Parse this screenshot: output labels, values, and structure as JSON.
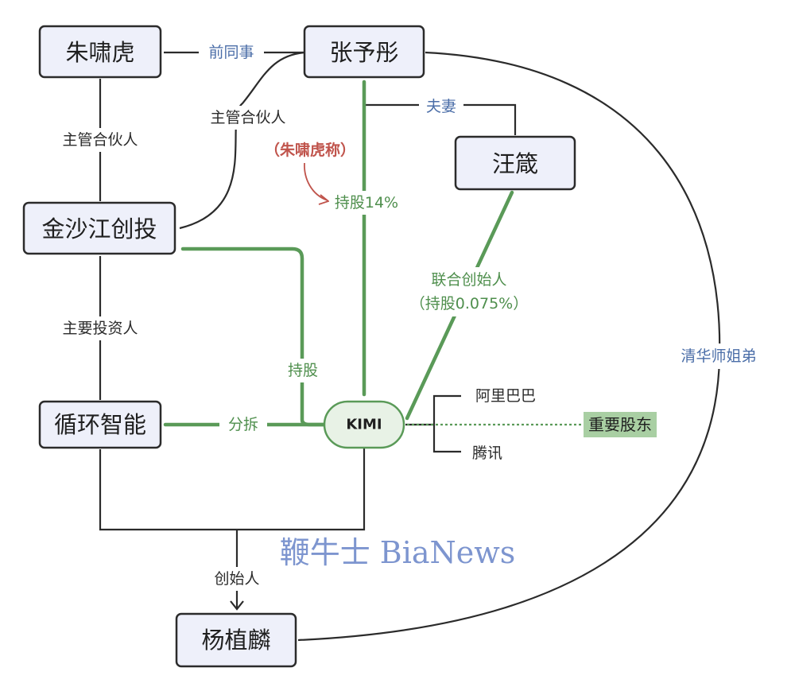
{
  "nodes": {
    "zhu_xiaohu": "朱啸虎",
    "zhang_yutong": "张予彤",
    "wang_zhen": "汪箴",
    "jinshajiang": "金沙江创投",
    "xunhuan": "循环智能",
    "kimi": "KIMI",
    "yang_zhilin": "杨植麟"
  },
  "edges": {
    "former_colleague": "前同事",
    "managing_partner_left": "主管合伙人",
    "managing_partner_mid": "主管合伙人",
    "spouse": "夫妻",
    "zhu_claims": "（朱啸虎称）",
    "shareholding_14": "持股14%",
    "cofounder": "联合创始人",
    "cofounder_share": "（持股0.075%）",
    "main_investor": "主要投资人",
    "holds_share": "持股",
    "spin_off": "分拆",
    "alibaba": "阿里巴巴",
    "tencent": "腾讯",
    "major_shareholder": "重要股东",
    "tsinghua_alumni": "清华师姐弟",
    "founder": "创始人"
  },
  "watermark": "鞭牛士 BiaNews",
  "colors": {
    "node_fill": "#eef0fa",
    "node_stroke": "#2b2b2b",
    "green": "#5a9a58",
    "blue_label": "#4b6ea8",
    "red_label": "#c0544c",
    "tag_fill": "#a9cfa3",
    "watermark": "#7d95cf"
  }
}
